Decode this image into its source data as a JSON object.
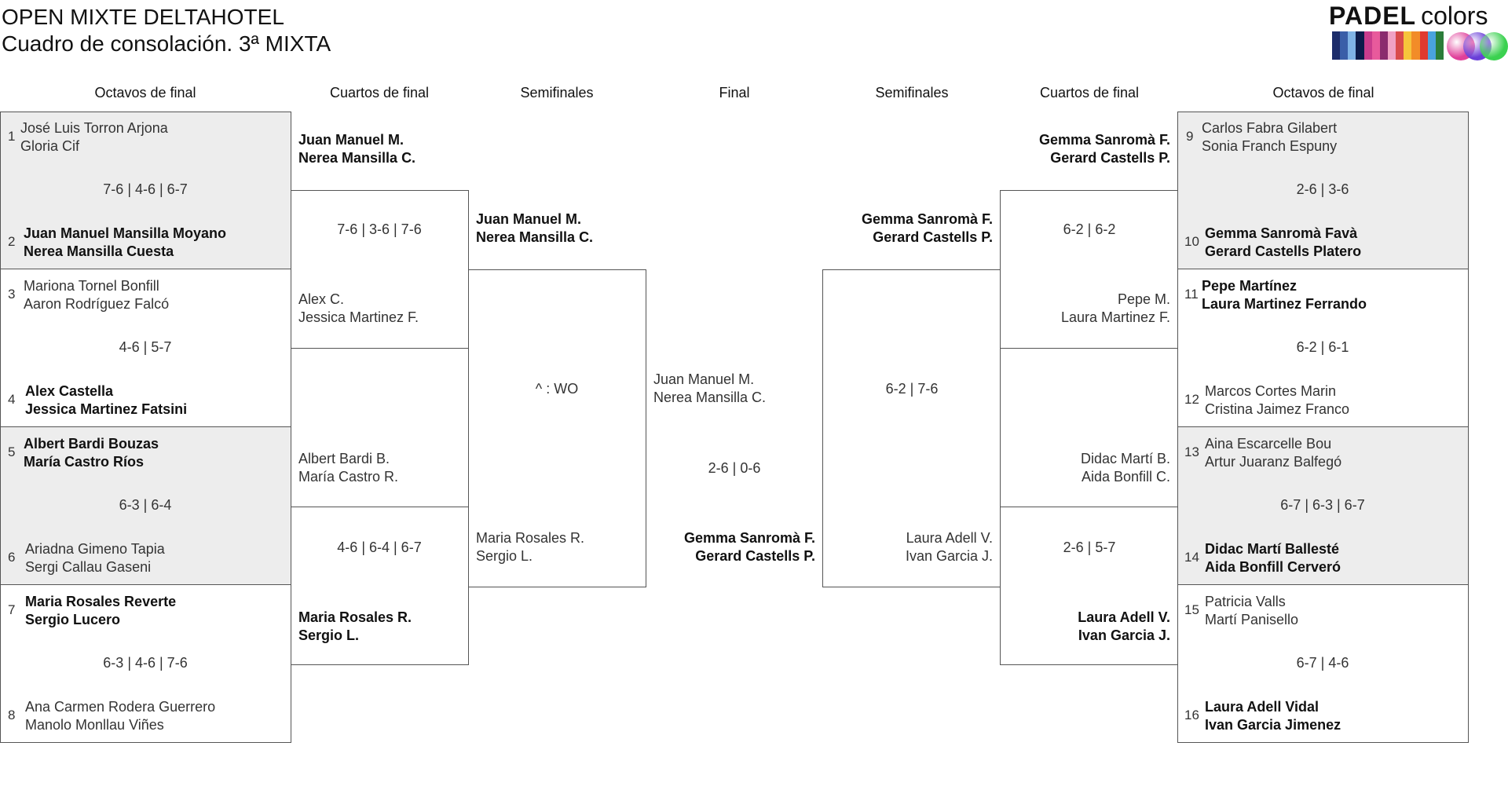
{
  "header": {
    "title": "OPEN MIXTE DELTAHOTEL",
    "subtitle": "Cuadro de consolación. 3ª MIXTA"
  },
  "logo": {
    "word": "PADEL",
    "word2": "colors",
    "stripe_colors": [
      "#1d2d6b",
      "#3a5ea8",
      "#7fb3e6",
      "#0c1b4a",
      "#c93c8d",
      "#e85a9c",
      "#8a2b6e",
      "#f0a2c4",
      "#d94b4b",
      "#f6c43b",
      "#f28c28",
      "#e03a2f",
      "#4aa3df",
      "#2c7d3a"
    ],
    "ball_colors": [
      "#e0409a",
      "#6a3fd8",
      "#3bd150"
    ]
  },
  "columns": {
    "left_r16": "Octavos de final",
    "left_qf": "Cuartos de final",
    "left_sf": "Semifinales",
    "final": "Final",
    "right_sf": "Semifinales",
    "right_qf": "Cuartos de final",
    "right_r16": "Octavos de final"
  },
  "left_r16": [
    {
      "seed": "1",
      "p1": "José Luis Torron Arjona",
      "p2": "Gloria Cif",
      "winner": false
    },
    {
      "score": "7-6 | 4-6 | 6-7"
    },
    {
      "seed": "2",
      "p1": "Juan Manuel Mansilla Moyano",
      "p2": "Nerea Mansilla Cuesta",
      "winner": true
    },
    {
      "seed": "3",
      "p1": "Mariona Tornel Bonfill",
      "p2": "Aaron Rodríguez Falcó",
      "winner": false
    },
    {
      "score": "4-6 | 5-7"
    },
    {
      "seed": "4",
      "p1": "Alex Castella",
      "p2": "Jessica Martinez Fatsini",
      "winner": true
    },
    {
      "seed": "5",
      "p1": "Albert Bardi Bouzas",
      "p2": "María Castro Ríos",
      "winner": true
    },
    {
      "score": "6-3 | 6-4"
    },
    {
      "seed": "6",
      "p1": "Ariadna Gimeno Tapia",
      "p2": "Sergi Callau Gaseni",
      "winner": false
    },
    {
      "seed": "7",
      "p1": "Maria Rosales Reverte",
      "p2": "Sergio Lucero",
      "winner": true
    },
    {
      "score": "6-3 | 4-6 | 7-6"
    },
    {
      "seed": "8",
      "p1": "Ana Carmen Rodera Guerrero",
      "p2": "Manolo Monllau Viñes",
      "winner": false
    }
  ],
  "m1": {
    "s1": "1",
    "a1": "José Luis Torron Arjona",
    "b1": "Gloria Cif",
    "score": "7-6 | 4-6 | 6-7",
    "s2": "2",
    "a2": "Juan Manuel Mansilla Moyano",
    "b2": "Nerea Mansilla Cuesta"
  },
  "m2": {
    "s1": "3",
    "a1": "Mariona Tornel Bonfill",
    "b1": "Aaron Rodríguez Falcó",
    "score": "4-6 | 5-7",
    "s2": "4",
    "a2": "Alex Castella",
    "b2": "Jessica Martinez Fatsini"
  },
  "m3": {
    "s1": "5",
    "a1": "Albert Bardi Bouzas",
    "b1": "María Castro Ríos",
    "score": "6-3 | 6-4",
    "s2": "6",
    "a2": "Ariadna Gimeno Tapia",
    "b2": "Sergi Callau Gaseni"
  },
  "m4": {
    "s1": "7",
    "a1": "Maria Rosales Reverte",
    "b1": "Sergio Lucero",
    "score": "6-3 | 4-6 | 7-6",
    "s2": "8",
    "a2": "Ana Carmen Rodera Guerrero",
    "b2": "Manolo Monllau Viñes"
  },
  "m5": {
    "s1": "9",
    "a1": "Carlos Fabra Gilabert",
    "b1": "Sonia Franch Espuny",
    "score": "2-6 | 3-6",
    "s2": "10",
    "a2": "Gemma Sanromà Favà",
    "b2": "Gerard Castells Platero"
  },
  "m6": {
    "s1": "11",
    "a1": "Pepe Martínez",
    "b1": "Laura Martinez Ferrando",
    "score": "6-2 | 6-1",
    "s2": "12",
    "a2": "Marcos Cortes Marin",
    "b2": "Cristina Jaimez Franco"
  },
  "m7": {
    "s1": "13",
    "a1": "Aina Escarcelle Bou",
    "b1": "Artur Juaranz Balfegó",
    "score": "6-7 | 6-3 | 6-7",
    "s2": "14",
    "a2": "Didac Martí Ballesté",
    "b2": "Aida Bonfill Cerveró"
  },
  "m8": {
    "s1": "15",
    "a1": "Patricia Valls",
    "b1": "Martí Panisello",
    "score": "6-7 | 4-6",
    "s2": "16",
    "a2": "Laura Adell Vidal",
    "b2": "Ivan Garcia Jimenez"
  },
  "lqf1": {
    "a1": "Juan Manuel M.",
    "b1": "Nerea Mansilla C.",
    "score": "7-6 | 3-6 | 7-6",
    "a2": "Alex C.",
    "b2": "Jessica Martinez F."
  },
  "lqf2": {
    "a1": "Albert Bardi B.",
    "b1": "María Castro R.",
    "score": "4-6 | 6-4 | 6-7",
    "a2": "Maria Rosales R.",
    "b2": "Sergio L."
  },
  "rqf1": {
    "a1": "Gemma Sanromà F.",
    "b1": "Gerard Castells P.",
    "score": "6-2 | 6-2",
    "a2": "Pepe M.",
    "b2": "Laura Martinez F."
  },
  "rqf2": {
    "a1": "Didac Martí B.",
    "b1": "Aida Bonfill C.",
    "score": "2-6 | 5-7",
    "a2": "Laura Adell V.",
    "b2": "Ivan Garcia J."
  },
  "lsf": {
    "a1": "Juan Manuel M.",
    "b1": "Nerea Mansilla C.",
    "score": "^ : WO",
    "a2": "Maria Rosales R.",
    "b2": "Sergio L."
  },
  "rsf": {
    "a1": "Gemma Sanromà F.",
    "b1": "Gerard Castells P.",
    "score": "6-2 | 7-6",
    "a2": "Laura Adell V.",
    "b2": "Ivan Garcia J."
  },
  "final": {
    "a1": "Juan Manuel M.",
    "b1": "Nerea Mansilla C.",
    "score": "2-6 | 0-6",
    "a2": "Gemma Sanromà F.",
    "b2": "Gerard Castells P."
  }
}
